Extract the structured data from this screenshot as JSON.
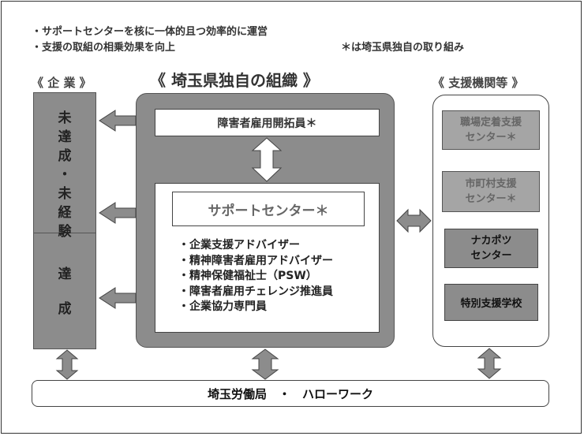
{
  "notes": {
    "line1": "・サポートセンターを核に一体的且つ効率的に運営",
    "line2": "・支援の取組の相乗効果を向上",
    "asterisk_note": "＊は埼玉県独自の取り組み"
  },
  "left": {
    "title": "《 企 業 》",
    "upper_chars": [
      "未",
      "達",
      "成",
      "・",
      "未",
      "経",
      "験"
    ],
    "lower_chars": [
      "達",
      "成"
    ]
  },
  "center": {
    "title": "《 埼玉県独自の組織 》",
    "top_box": "障害者雇用開拓員＊",
    "support_center": "サポートセンター＊",
    "staff": [
      "・企業支援アドバイザー",
      "・精神障害者雇用アドバイザー",
      "・精神保健福祉士（PSW）",
      "・障害者雇用チェレンジ推進員",
      "・企業協力専門員"
    ]
  },
  "right": {
    "title": "《 支援機関等 》",
    "items": [
      {
        "line1": "職場定着支援",
        "line2": "センター＊"
      },
      {
        "line1": "市町村支援",
        "line2": "センター＊"
      },
      {
        "line1": "ナカポツ",
        "line2": "センター"
      },
      {
        "line1": "特別支援学校",
        "line2": ""
      }
    ]
  },
  "bottom": {
    "label": "埼玉労働局　・　ハローワーク"
  },
  "colors": {
    "gray_fill": "#8c8c8c",
    "light_gray_fill": "#a5a5a5",
    "dark_text": "#222222",
    "muted_text": "#666666",
    "border": "#333333"
  }
}
